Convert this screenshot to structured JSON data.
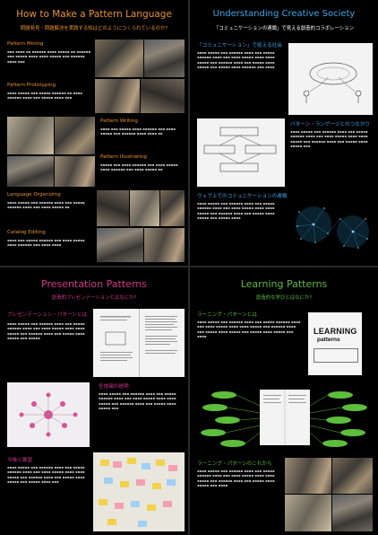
{
  "colors": {
    "q1_title": "#e8922e",
    "q2_title": "#3aa7e8",
    "q3_title": "#d4368c",
    "q4_title": "#5dbd3c",
    "orange": "#e8922e",
    "blue": "#3aa7e8",
    "pink": "#d4368c",
    "green": "#5dbd3c"
  },
  "q1": {
    "title": "How to Make a Pattern Language",
    "subtitle": "問題発見・問題解決を実践する知はどのようにつくられているのか?",
    "sections": {
      "mining": "Pattern Mining",
      "prototyping": "Pattern Prototyping",
      "writing": "Pattern Writing",
      "illustrating": "Pattern Illustrating",
      "organizing": "Language Organizing",
      "editing": "Catalog Editing"
    }
  },
  "q2": {
    "title": "Understanding Creative Society",
    "subtitle": "「コミュニケーションの連鎖」で見える創造的コラボレーション",
    "sections": {
      "communication": "「コミュニケーション」で捉える社会",
      "pattern_link": "パターン・ランゲージとのつながり",
      "web": "ウェブ上でのコミュニケーションの連鎖"
    }
  },
  "q3": {
    "title": "Presentation Patterns",
    "subtitle": "創造的プレゼンテーションとはなにか?",
    "sections": {
      "about": "プレゼンテーション・パターンとは",
      "creation": "全体図の説明",
      "future": "今後と展望"
    }
  },
  "q4": {
    "title": "Learning Patterns",
    "subtitle": "創造的な学びとはなにか?",
    "sections": {
      "about": "ラーニング・パターンとは",
      "future": "ラーニング・パターンのこれから"
    },
    "book_title_1": "LEARNING",
    "book_title_2": "patterns"
  }
}
